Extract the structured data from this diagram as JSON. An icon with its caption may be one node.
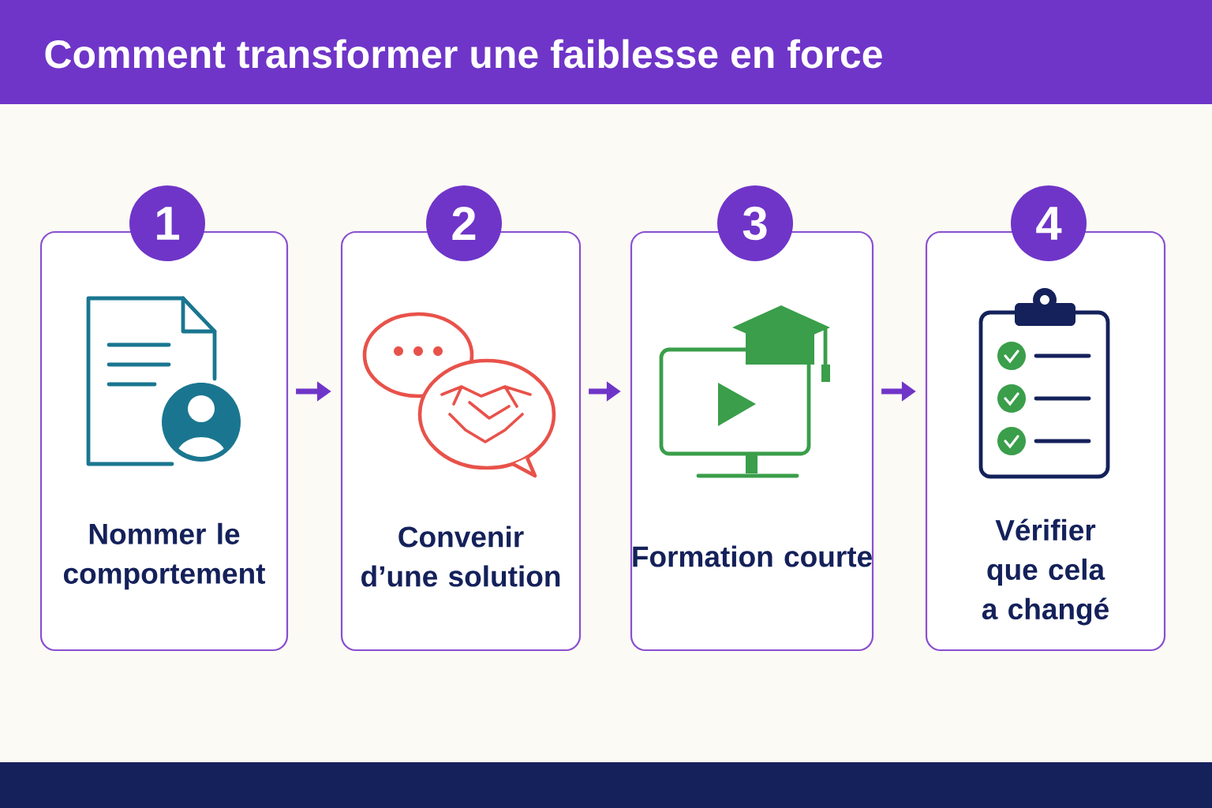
{
  "diagram": {
    "title": "Comment transformer une faiblesse en force",
    "nodes": [
      {
        "text": [
          "1"
        ]
      },
      {
        "text": [
          "Nommer le comportement"
        ]
      },
      {
        "text": [
          "2"
        ]
      },
      {
        "text": [
          "Convenir d’une solution"
        ]
      },
      {
        "text": [
          "3"
        ]
      },
      {
        "text": [
          "Formation courte"
        ]
      },
      {
        "text": [
          "4"
        ]
      },
      {
        "text": [
          "Vérifier que cela a changé"
        ]
      }
    ],
    "edges": [
      {
        "from": 1,
        "to": 3,
        "arrow": "to"
      },
      {
        "from": 3,
        "to": 5,
        "arrow": "to"
      },
      {
        "from": 5,
        "to": 7,
        "arrow": "to"
      }
    ]
  }
}
